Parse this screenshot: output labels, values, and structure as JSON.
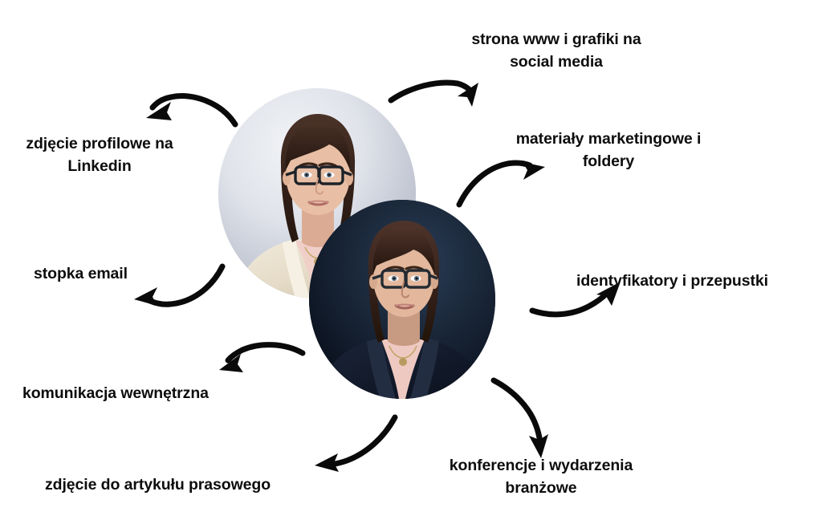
{
  "page": {
    "background_color": "#ffffff",
    "text_color": "#0d0d0d",
    "arrow_color": "#0a0a0a"
  },
  "center": {
    "photo_top": {
      "alt": "portrait-photo-light-background",
      "background_color": "#dfe2ea",
      "outfit_color": "#efe7d8"
    },
    "photo_bottom": {
      "alt": "portrait-photo-dark-background",
      "background_color": "#16233a",
      "outfit_color": "#101a2c"
    }
  },
  "labels": {
    "linkedin": "zdjęcie profilowe  na\nLinkedin",
    "www_social": "strona www i grafiki na\nsocial media",
    "marketing": "materiały marketingowe i\nfoldery",
    "identifiers": "identyfikatory i przepustki",
    "email_signature": "stopka email",
    "internal_comms": "komunikacja wewnętrzna",
    "press_article": "zdjęcie do artykułu prasowego",
    "conferences": "konferencje i wydarzenia\nbranżowe"
  }
}
